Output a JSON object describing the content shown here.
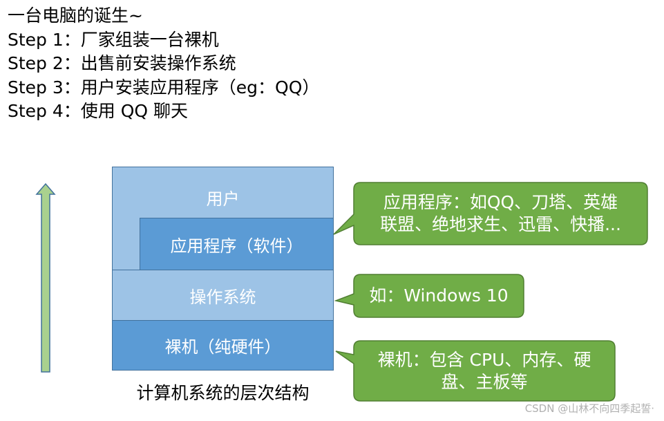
{
  "intro": {
    "title": "一台电脑的诞生~",
    "steps": [
      "Step 1：厂家组装一台裸机",
      "Step 2：出售前安装操作系统",
      "Step 3：用户安装应用程序（eg：QQ）",
      "Step 4：使用 QQ 聊天"
    ]
  },
  "layers": {
    "user": "用户",
    "app": "应用程序（软件）",
    "os": "操作系统",
    "hardware": "裸机（纯硬件）"
  },
  "caption": "计算机系统的层次结构",
  "callouts": {
    "app": {
      "line1": "应用程序：如QQ、刀塔、英雄",
      "line2": "联盟、绝地求生、迅雷、快播..."
    },
    "os": {
      "line1": "如：Windows 10"
    },
    "hardware": {
      "line1": "裸机：包含 CPU、内存、硬",
      "line2": "盘、主板等"
    }
  },
  "watermark": "CSDN @山林不向四季起誓·",
  "colors": {
    "layer_light": "#9dc3e6",
    "layer_dark": "#5b9bd5",
    "layer_border": "#41719c",
    "callout_fill": "#70ad47",
    "callout_border": "#507e32",
    "arrow_fill": "#a9d18e",
    "arrow_border": "#41719c"
  }
}
